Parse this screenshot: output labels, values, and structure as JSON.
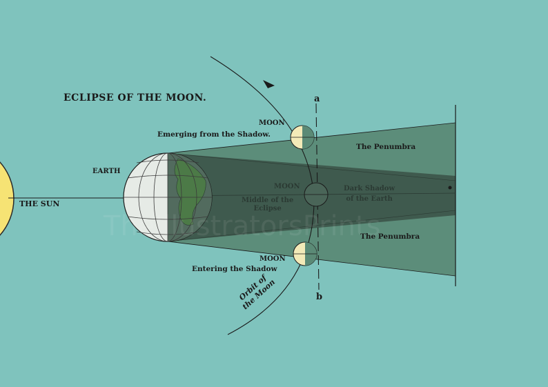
{
  "title": "ECLIPSE OF THE MOON.",
  "labels": {
    "sun": "THE SUN",
    "earth": "EARTH",
    "moon_emerging_head": "MOON",
    "moon_emerging_sub": "Emerging from the Shadow.",
    "moon_middle_head": "MOON",
    "moon_middle_sub1": "Middle of the",
    "moon_middle_sub2": "Eclipse",
    "moon_entering_head": "MOON",
    "moon_entering_sub": "Entering the Shadow",
    "penumbra_top": "The Penumbra",
    "penumbra_bottom": "The Penumbra",
    "dark_shadow_1": "Dark Shadow",
    "dark_shadow_2": "of the Earth",
    "marker_a": "a",
    "marker_b": "b",
    "orbit_1": "Orbit of",
    "orbit_2": "the Moon"
  },
  "watermark": "TheIllustratorsPrints",
  "colors": {
    "background": "#7fc3bd",
    "sun": "#f6e374",
    "penumbra": "#5b8a76",
    "umbra": "#3f5a4e",
    "earth_light": "#e6ebe6",
    "earth_dark": "#526b5e",
    "land": "#4c7a47",
    "moon_light": "#f3eab8",
    "line": "#1a1a1a"
  }
}
